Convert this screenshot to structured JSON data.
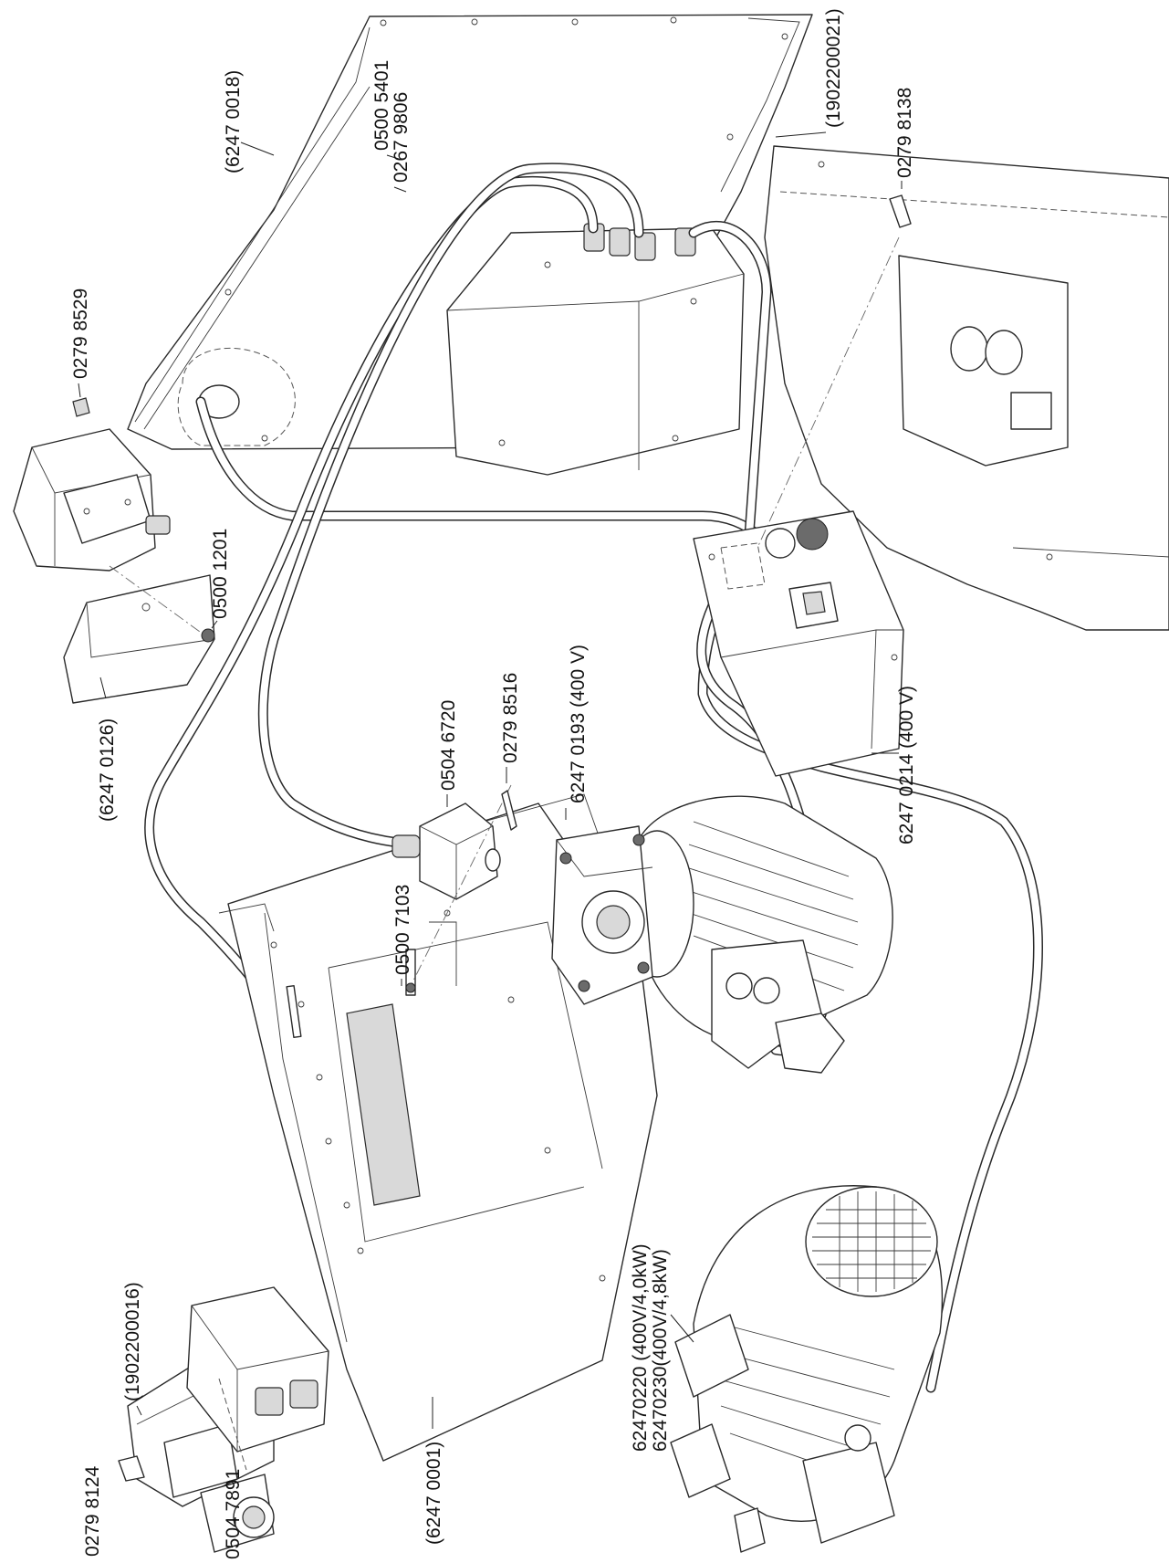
{
  "header": {
    "note": ""
  },
  "labels": {
    "base_frame": "(6247 0001)",
    "side_cover": "(6247 0018)",
    "cover_panel": "(1902200021)",
    "bracket_0126": "(6247 0126)",
    "switch_bracket": "(1902200016)",
    "screw_8529": "0279 8529",
    "screw_8138": "0279 8138",
    "screw_8124": "0279 8124",
    "screw_8516": "0279 8516",
    "nut_1201": "0500 1201",
    "nut_5401": "0500 5401",
    "washer_9806": "0267 9806",
    "nut_7103": "0500 7103",
    "limit_switch": "0504 6720",
    "switch_7891": "0504 7891",
    "gear_motor": "6247 0193 (400 V)",
    "control_box": "6247 0214 (400 V)",
    "main_motor_a": "62470220 (400V/4,0kW)",
    "main_motor_b": "62470230(400V/4,8kW)"
  },
  "colors": {
    "line": "#2a2a2a",
    "fill": "#ffffff",
    "shade": "#d9d9d9"
  }
}
